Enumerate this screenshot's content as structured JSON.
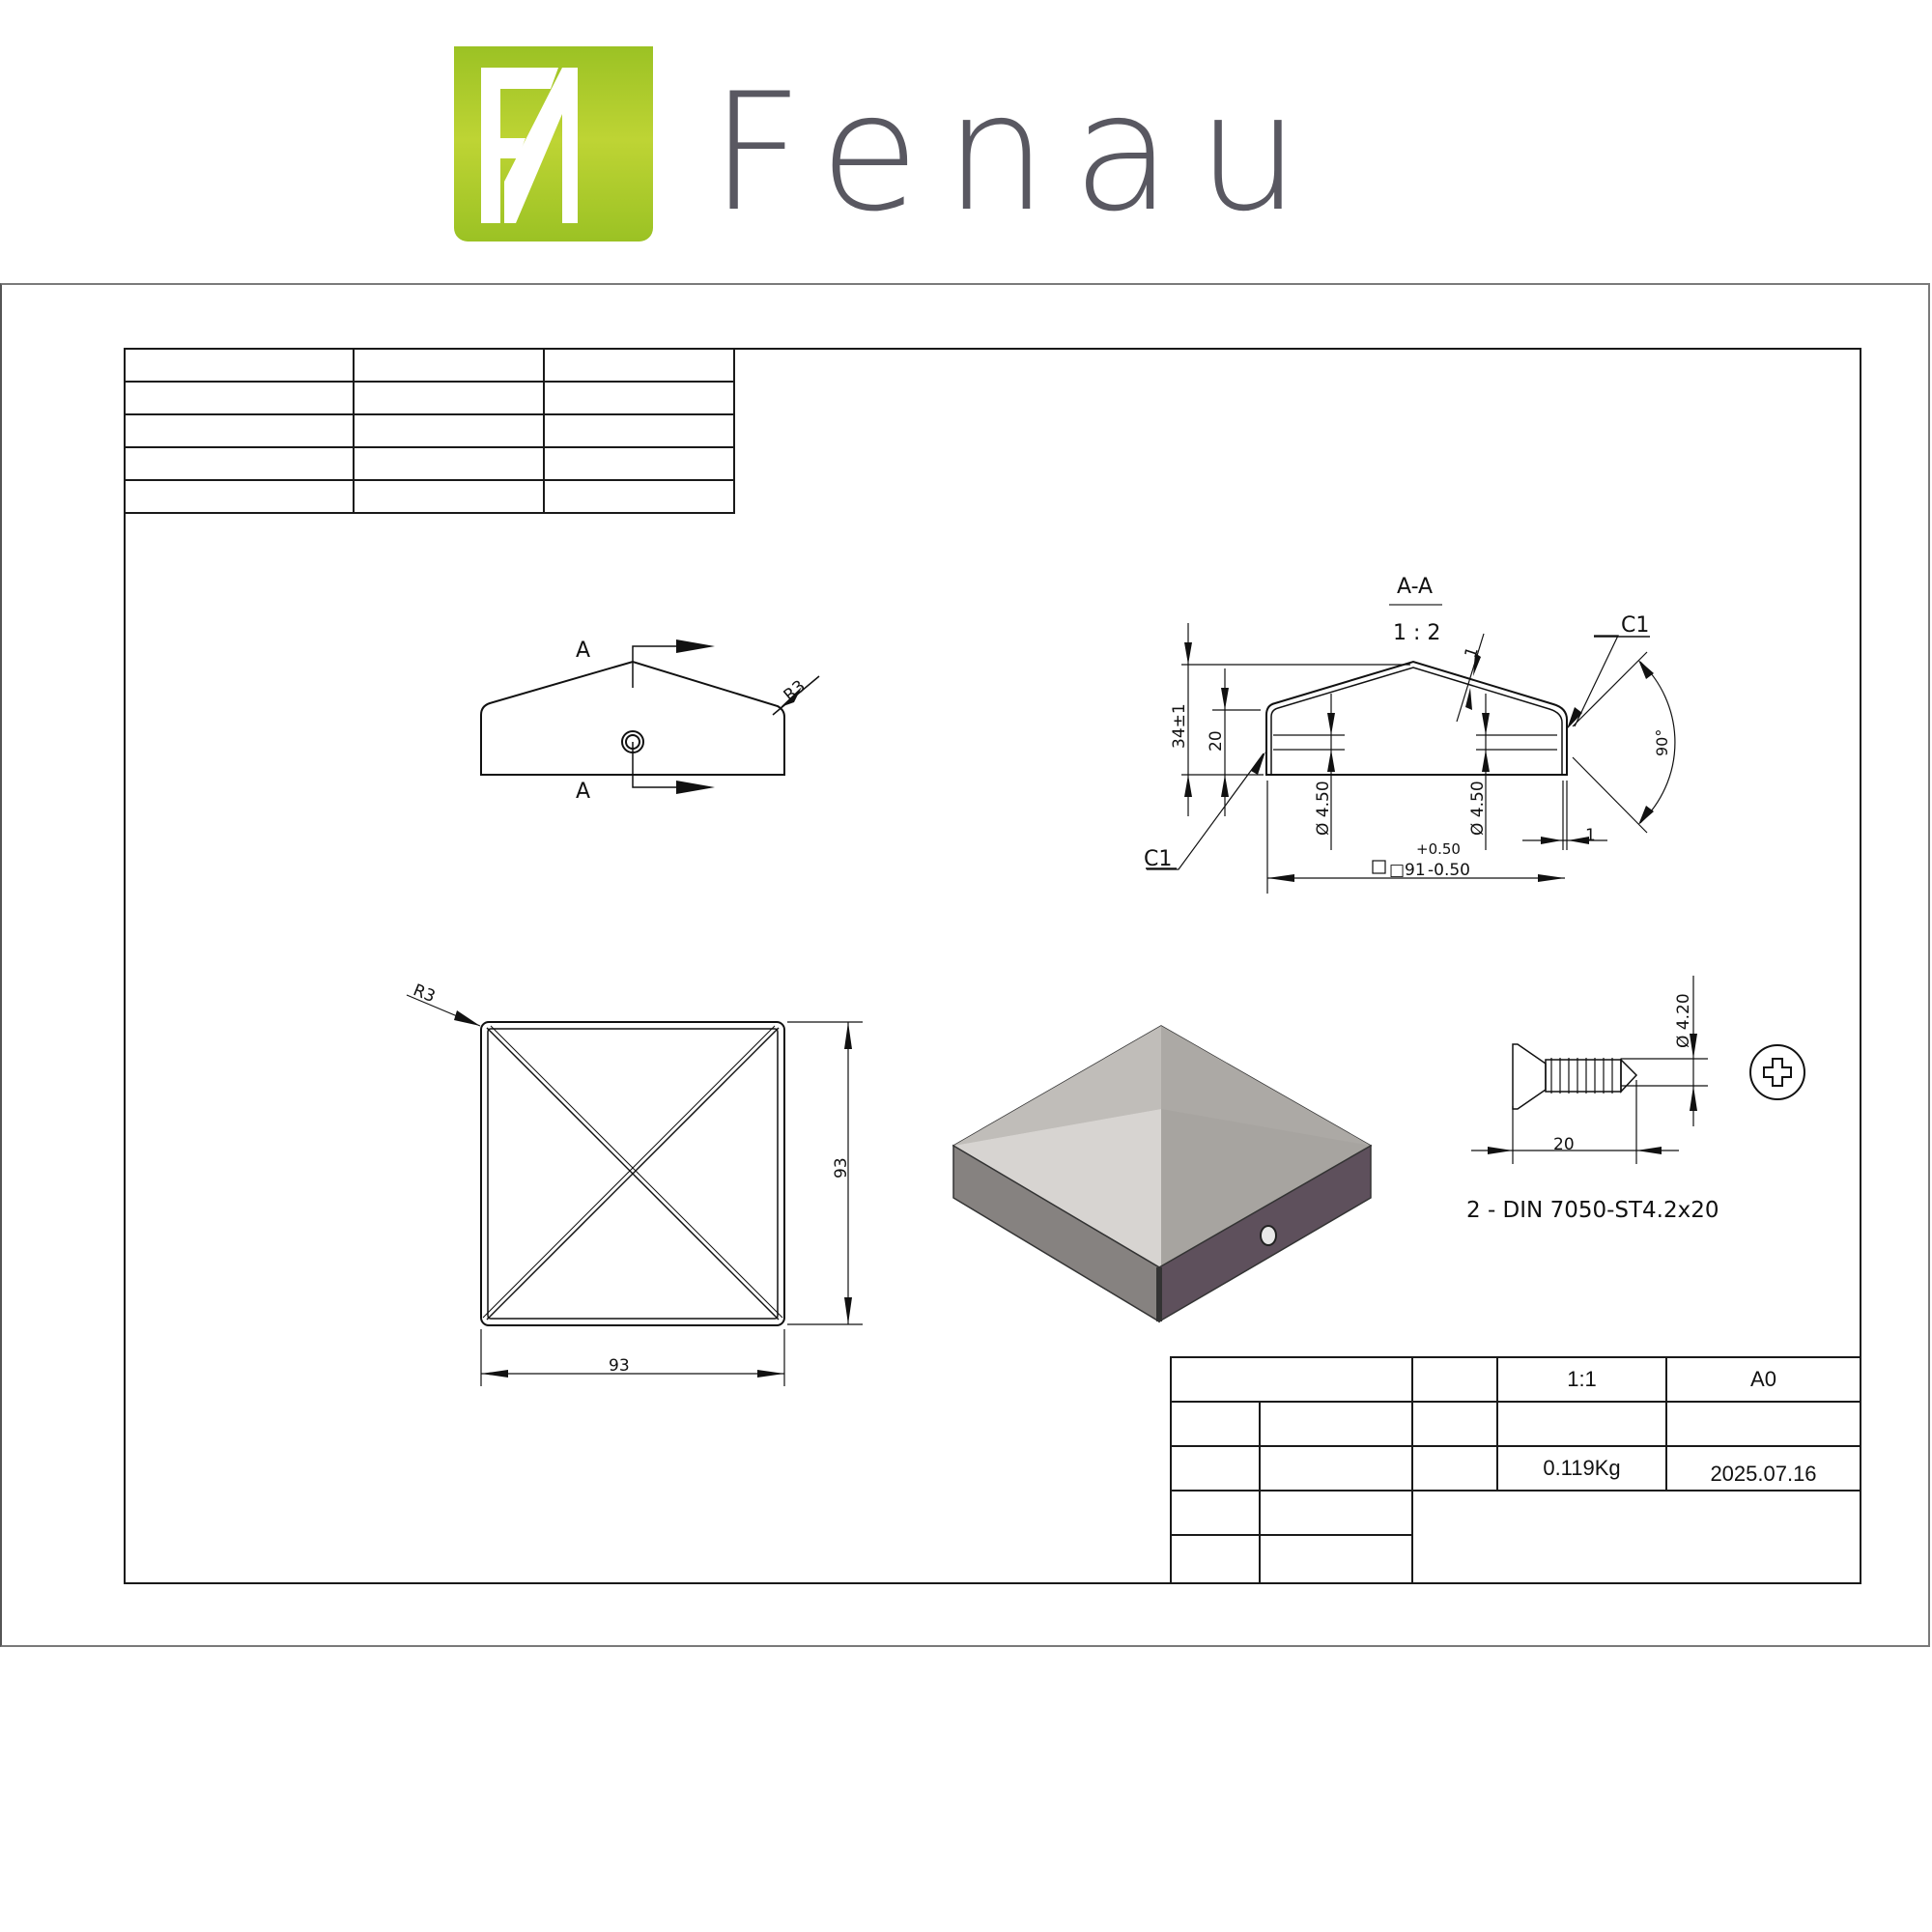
{
  "brand": {
    "logo_mark": "FA",
    "name": "Fenau",
    "accent_color": "#9bc224",
    "text_color": "#595861"
  },
  "revision_table": {
    "rows": [
      [
        "",
        "",
        ""
      ],
      [
        "",
        "",
        ""
      ],
      [
        "",
        "",
        ""
      ],
      [
        "",
        "",
        ""
      ],
      [
        "",
        "",
        ""
      ]
    ]
  },
  "front_view": {
    "section_label_top": "A",
    "section_label_bottom": "A",
    "radius_label": "R3"
  },
  "section_view": {
    "title": "A-A",
    "scale": "1 : 2",
    "chamfer_top": "C1",
    "chamfer_bottom": "C1",
    "height_total": "34±1",
    "height_side": "20",
    "thickness": "1",
    "hole_dia_left": "Ø 4.50",
    "hole_dia_right": "Ø 4.50",
    "angle": "90°",
    "wall_thickness": "1",
    "inner_size": "□91",
    "tolerance_plus": "+0.50",
    "tolerance_minus": "-0.50"
  },
  "top_view": {
    "radius_label": "R3",
    "width": "93",
    "height": "93"
  },
  "iso_view": {
    "face_top_left": "#d6d3d0",
    "face_top_right": "#aaa7a3",
    "face_side_left": "#878380",
    "face_side_right": "#5e505c"
  },
  "screw": {
    "diameter": "Ø 4.20",
    "length": "20",
    "designation": "2 - DIN 7050-ST4.2x20"
  },
  "title_block": {
    "scale": "1:1",
    "sheet_size": "A0",
    "weight": "0.119Kg",
    "date": "2025.07.16"
  }
}
